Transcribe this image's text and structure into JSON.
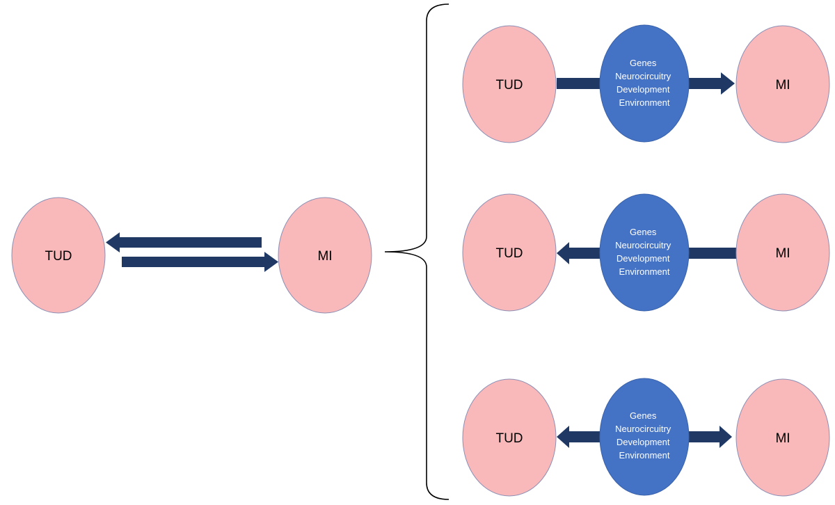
{
  "colors": {
    "node_fill": "#F9B9BA",
    "mediator_fill": "#4472C4",
    "arrow": "#1F3864"
  },
  "left": {
    "tud_label": "TUD",
    "mi_label": "MI"
  },
  "panels": [
    {
      "direction": "TUD to MI",
      "tud_label": "TUD",
      "mi_label": "MI",
      "mediator_lines": [
        "Genes",
        "Neurocircuitry",
        "Development",
        "Environment"
      ]
    },
    {
      "direction": "MI to TUD",
      "tud_label": "TUD",
      "mi_label": "MI",
      "mediator_lines": [
        "Genes",
        "Neurocircuitry",
        "Development",
        "Environment"
      ]
    },
    {
      "direction": "Mediator to both",
      "tud_label": "TUD",
      "mi_label": "MI",
      "mediator_lines": [
        "Genes",
        "Neurocircuitry",
        "Development",
        "Environment"
      ]
    }
  ]
}
